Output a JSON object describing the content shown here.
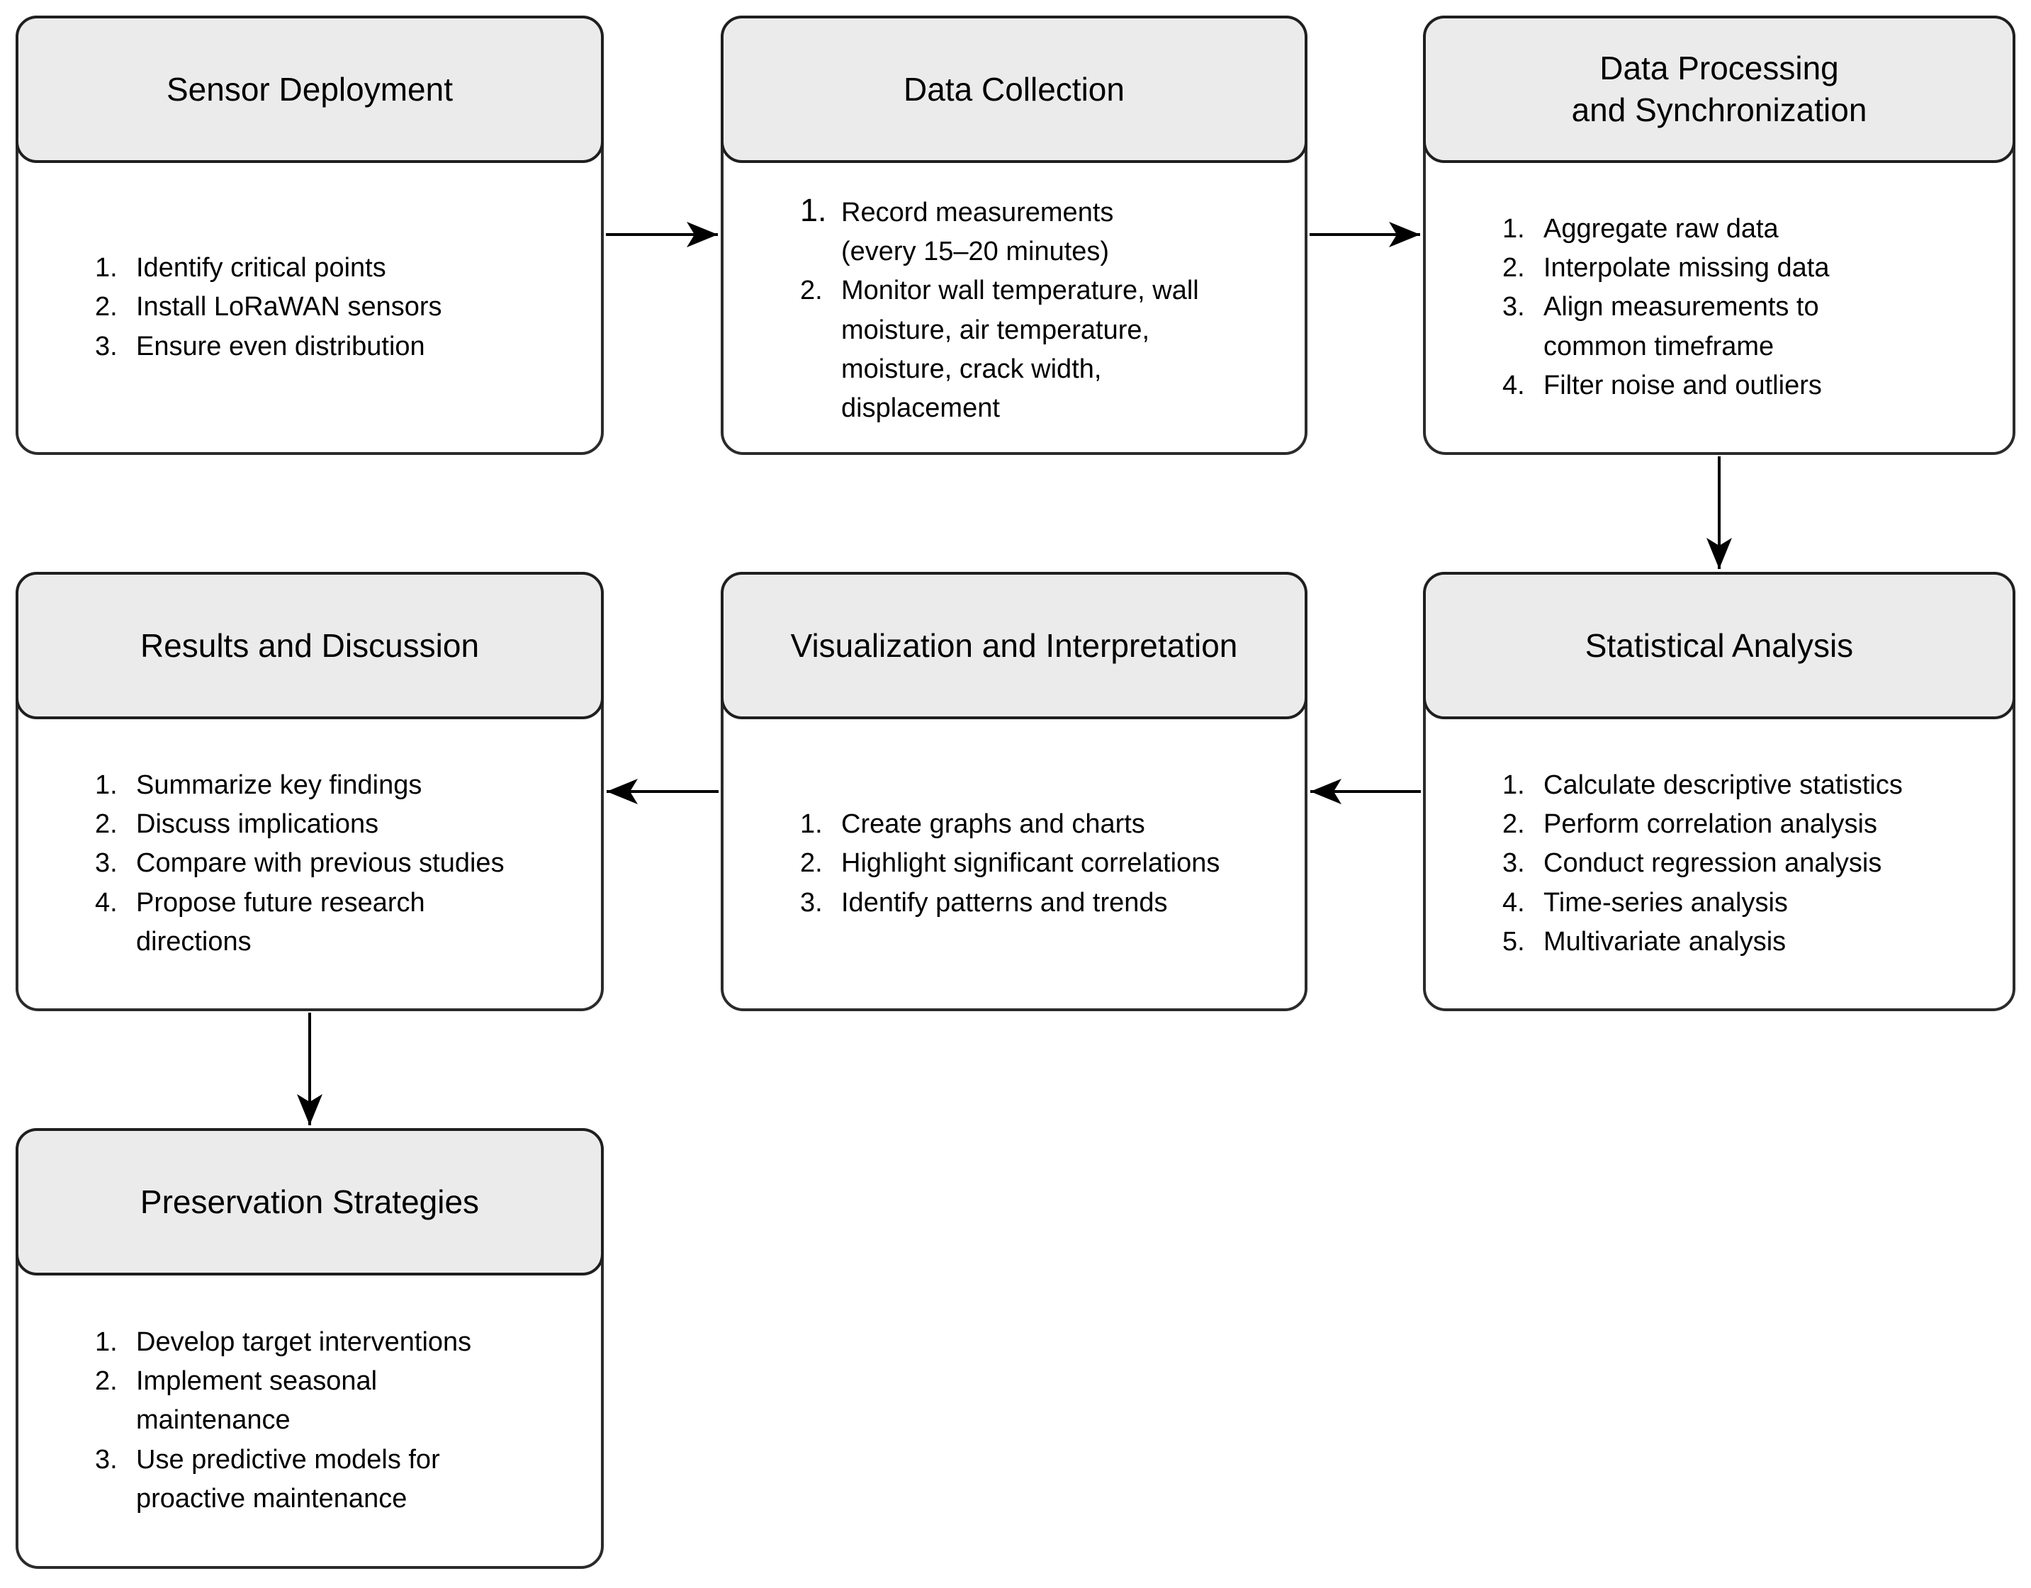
{
  "colors": {
    "background": "#ffffff",
    "header_fill": "#ebebeb",
    "box_border": "#2b2b2b",
    "arrow": "#000000",
    "text": "#000000"
  },
  "boxes": [
    {
      "title": "Sensor Deployment",
      "items": [
        {
          "num": "1.",
          "text": "Identify critical points"
        },
        {
          "num": "2.",
          "text": "Install LoRaWAN sensors"
        },
        {
          "num": "3.",
          "text": "Ensure even distribution"
        }
      ]
    },
    {
      "title": "Data Collection",
      "items": [
        {
          "num": "1.",
          "text": "Record measurements\n(every 15–20 minutes)"
        },
        {
          "num": "2.",
          "text": "Monitor wall temperature, wall\nmoisture, air temperature,\nmoisture, crack width,\ndisplacement"
        }
      ]
    },
    {
      "title": "Data Processing\nand Synchronization",
      "items": [
        {
          "num": "1.",
          "text": "Aggregate raw data"
        },
        {
          "num": "2.",
          "text": "Interpolate missing data"
        },
        {
          "num": "3.",
          "text": "Align measurements to\ncommon timeframe"
        },
        {
          "num": "4.",
          "text": "Filter noise and outliers"
        }
      ]
    },
    {
      "title": "Statistical Analysis",
      "items": [
        {
          "num": "1.",
          "text": "Calculate descriptive statistics"
        },
        {
          "num": "2.",
          "text": "Perform correlation analysis"
        },
        {
          "num": "3.",
          "text": "Conduct regression analysis"
        },
        {
          "num": "4.",
          "text": "Time-series analysis"
        },
        {
          "num": "5.",
          "text": "Multivariate analysis"
        }
      ]
    },
    {
      "title": "Visualization and Interpretation",
      "items": [
        {
          "num": "1.",
          "text": "Create graphs and charts"
        },
        {
          "num": "2.",
          "text": "Highlight significant correlations"
        },
        {
          "num": "3.",
          "text": "Identify patterns and trends"
        }
      ]
    },
    {
      "title": "Results and Discussion",
      "items": [
        {
          "num": "1.",
          "text": "Summarize key findings"
        },
        {
          "num": "2.",
          "text": "Discuss implications"
        },
        {
          "num": "3.",
          "text": "Compare with previous studies"
        },
        {
          "num": "4.",
          "text": "Propose future research\ndirections"
        }
      ]
    },
    {
      "title": "Preservation Strategies",
      "items": [
        {
          "num": "1.",
          "text": "Develop target interventions"
        },
        {
          "num": "2.",
          "text": "Implement seasonal\nmaintenance"
        },
        {
          "num": "3.",
          "text": "Use predictive models for\nproactive maintenance"
        }
      ]
    }
  ],
  "flow": [
    {
      "from": "Sensor Deployment",
      "to": "Data Collection",
      "direction": "right"
    },
    {
      "from": "Data Collection",
      "to": "Data Processing and Synchronization",
      "direction": "right"
    },
    {
      "from": "Data Processing and Synchronization",
      "to": "Statistical Analysis",
      "direction": "down"
    },
    {
      "from": "Statistical Analysis",
      "to": "Visualization and Interpretation",
      "direction": "left"
    },
    {
      "from": "Visualization and Interpretation",
      "to": "Results and Discussion",
      "direction": "left"
    },
    {
      "from": "Results and Discussion",
      "to": "Preservation Strategies",
      "direction": "down"
    }
  ]
}
